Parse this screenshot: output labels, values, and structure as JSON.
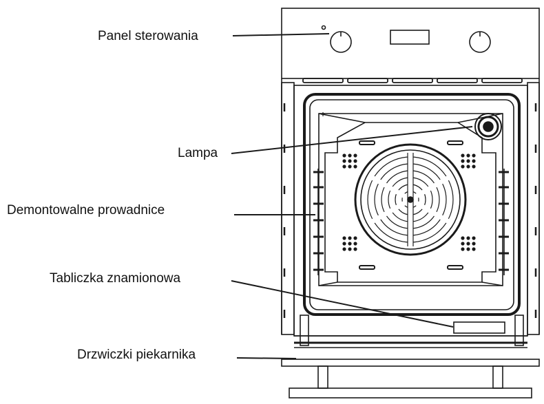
{
  "labels": {
    "control_panel": "Panel sterowania",
    "lamp": "Lampa",
    "removable_rails": "Demontowalne prowadnice",
    "rating_plate": "Tabliczka znamionowa",
    "oven_door": "Drzwiczki piekarnika"
  },
  "colors": {
    "line": "#1a1a1a",
    "background": "#ffffff"
  }
}
